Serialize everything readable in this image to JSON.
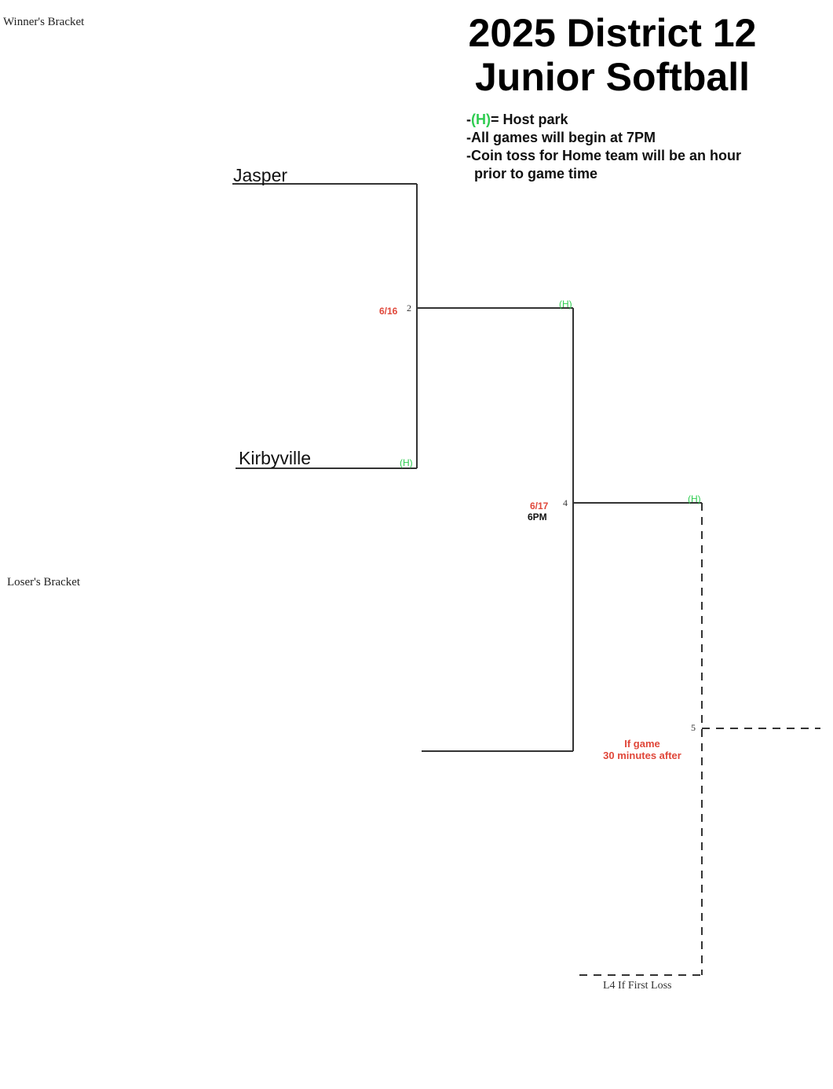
{
  "labels": {
    "winners_bracket": "Winner's Bracket",
    "losers_bracket": "Loser's Bracket"
  },
  "title": {
    "line1": "2025 District 12",
    "line2": "Junior Softball"
  },
  "notes": {
    "host_key": "(H)",
    "host_text": "= Host park",
    "begin_time": "All games will begin at 7PM",
    "coin_toss_line1": "Coin toss for Home team will be an hour",
    "coin_toss_line2": "prior to game time",
    "dash": "-"
  },
  "teams": {
    "team1": "Jasper",
    "team2": "Kirbyville"
  },
  "games": {
    "game2": {
      "number": "2",
      "date": "6/16",
      "host_marker": "(H)"
    },
    "game2_top_host": "(H)",
    "game4": {
      "number": "4",
      "date": "6/17",
      "time": "6PM",
      "host_marker": "(H)"
    },
    "game5": {
      "number": "5",
      "note_line1": "If game",
      "note_line2": "30 minutes after"
    }
  },
  "losers": {
    "l4_label": "L4 If First Loss"
  },
  "colors": {
    "host_green": "#2ecc50",
    "date_red": "#e0473a",
    "line": "#333333"
  }
}
